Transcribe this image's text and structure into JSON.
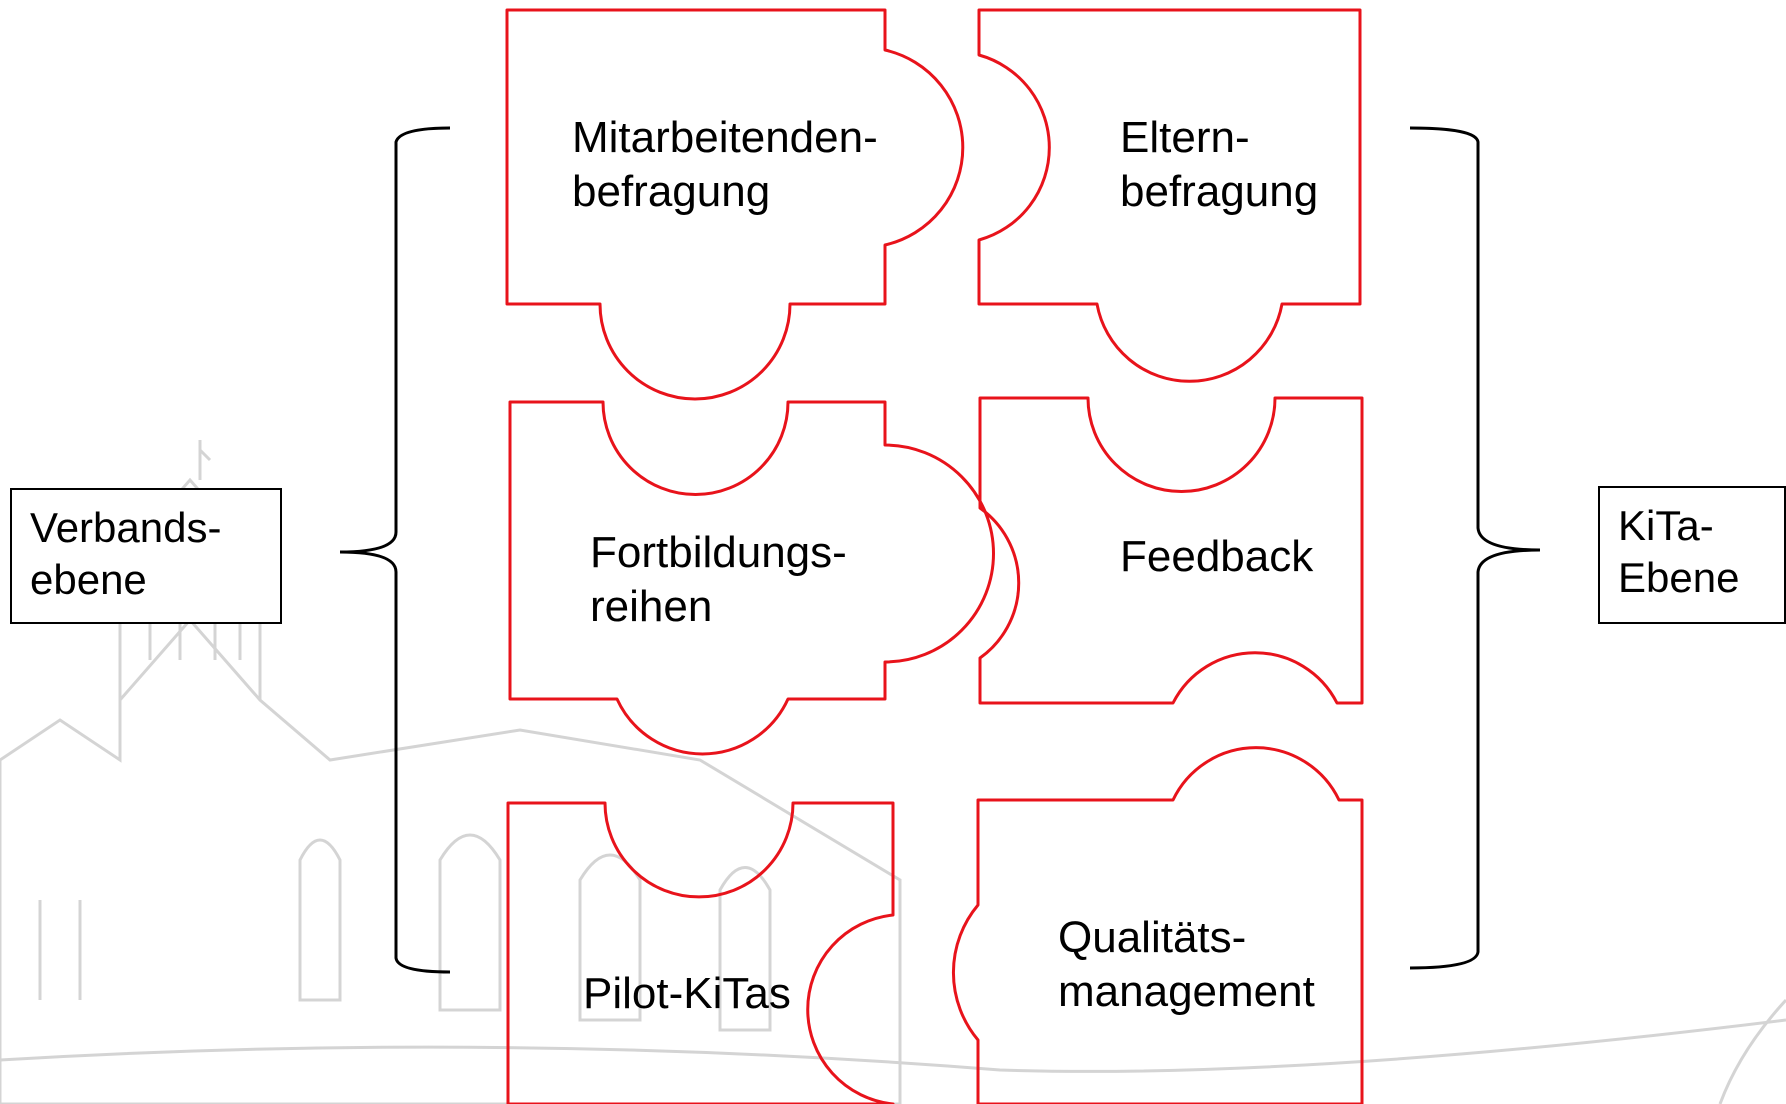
{
  "colors": {
    "piece_stroke": "#e8131b",
    "bracket": "#000000",
    "background_art": "#cfcfcf"
  },
  "pieces": [
    {
      "id": "mitarbeitenden",
      "lines": [
        "Mitarbeitenden-",
        "befragung"
      ]
    },
    {
      "id": "eltern",
      "lines": [
        "Eltern-",
        "befragung"
      ]
    },
    {
      "id": "fortbildung",
      "lines": [
        "Fortbildungs-",
        "reihen"
      ]
    },
    {
      "id": "feedback",
      "lines": [
        "Feedback"
      ]
    },
    {
      "id": "pilot",
      "lines": [
        "Pilot-KiTas"
      ]
    },
    {
      "id": "qualitaet",
      "lines": [
        "Qualitäts-",
        "management"
      ]
    }
  ],
  "left_box": {
    "lines": [
      "Verbands-",
      "ebene"
    ]
  },
  "right_box": {
    "lines": [
      "KiTa-",
      "Ebene"
    ]
  }
}
